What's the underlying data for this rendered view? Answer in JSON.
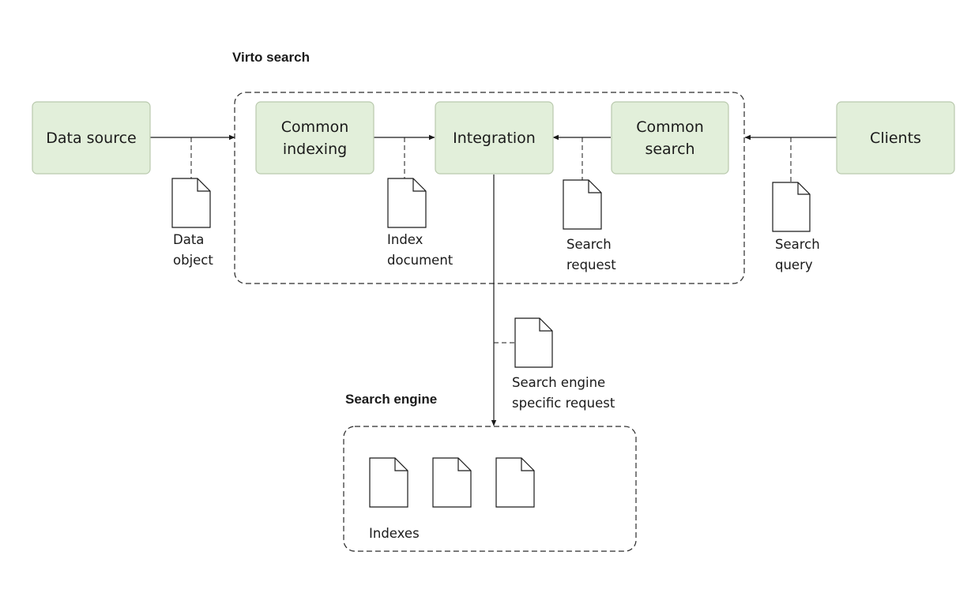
{
  "groups": {
    "virto_search": {
      "title": "Virto search"
    },
    "search_engine": {
      "title": "Search engine"
    }
  },
  "nodes": {
    "data_source": {
      "label": "Data source"
    },
    "common_indexing": {
      "label_line1": "Common",
      "label_line2": "indexing"
    },
    "integration": {
      "label": "Integration"
    },
    "common_search": {
      "label_line1": "Common",
      "label_line2": "search"
    },
    "clients": {
      "label": "Clients"
    }
  },
  "documents": {
    "data_object": {
      "line1": "Data",
      "line2": "object"
    },
    "index_document": {
      "line1": "Index",
      "line2": "document"
    },
    "search_request": {
      "line1": "Search",
      "line2": "request"
    },
    "search_query": {
      "line1": "Search",
      "line2": "query"
    },
    "engine_request": {
      "line1": "Search engine",
      "line2": "specific request"
    },
    "indexes": {
      "label": "Indexes"
    }
  },
  "colors": {
    "node_fill": "#e2efda",
    "node_border": "#b9c9ad",
    "line": "#1a1a1a"
  }
}
